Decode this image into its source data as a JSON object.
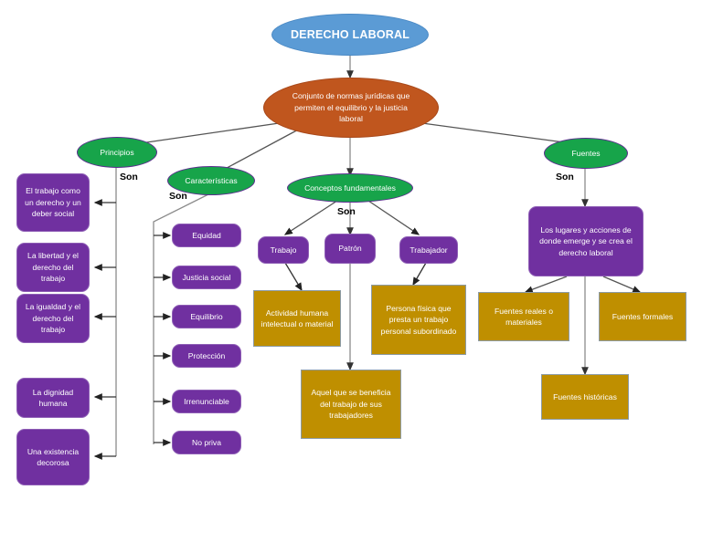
{
  "diagram": {
    "title_node": {
      "label": "DERECHO LABORAL"
    },
    "core_node": {
      "label": "Conjunto de normas jurídicas que permiten el equilibrio y la justicia laboral"
    },
    "branches": [
      {
        "label": "Principios"
      },
      {
        "label": "Características"
      },
      {
        "label": "Conceptos fundamentales"
      },
      {
        "label": "Fuentes"
      }
    ],
    "edge_labels": [
      {
        "label": "Son"
      },
      {
        "label": "Son"
      },
      {
        "label": "Son"
      },
      {
        "label": "Son"
      }
    ],
    "principios_items": [
      {
        "label": "El trabajo como un derecho y un deber social"
      },
      {
        "label": "La libertad y el derecho del trabajo"
      },
      {
        "label": "La igualdad y el derecho del trabajo"
      },
      {
        "label": "La dignidad humana"
      },
      {
        "label": "Una existencia decorosa"
      }
    ],
    "caracteristicas_items": [
      {
        "label": "Equidad"
      },
      {
        "label": "Justicia social"
      },
      {
        "label": "Equilibrio"
      },
      {
        "label": "Protección"
      },
      {
        "label": "Irrenunciable"
      },
      {
        "label": "No priva"
      }
    ],
    "conceptos_items": [
      {
        "label": "Trabajo"
      },
      {
        "label": "Patrón"
      },
      {
        "label": "Trabajador"
      }
    ],
    "conceptos_definitions": [
      {
        "label": "Actividad humana intelectual o material"
      },
      {
        "label": "Aquel que se beneficia del trabajo de sus trabajadores"
      },
      {
        "label": "Persona física que presta un trabajo personal subordinado"
      }
    ],
    "fuentes_definition": {
      "label": "Los lugares y acciones de donde emerge y se crea el derecho laboral"
    },
    "fuentes_items": [
      {
        "label": "Fuentes reales o materiales"
      },
      {
        "label": "Fuentes formales"
      },
      {
        "label": "Fuentes históricas"
      }
    ],
    "colors": {
      "title_fill": "#5B9BD5",
      "core_fill": "#C0561E",
      "branch_fill": "#17A44A",
      "purple_fill": "#7030A0",
      "gold_fill": "#BF8F00",
      "connector": "#595959",
      "text_on_fill": "#FFFFFF",
      "label_text": "#000000",
      "background": "#FFFFFF"
    }
  }
}
